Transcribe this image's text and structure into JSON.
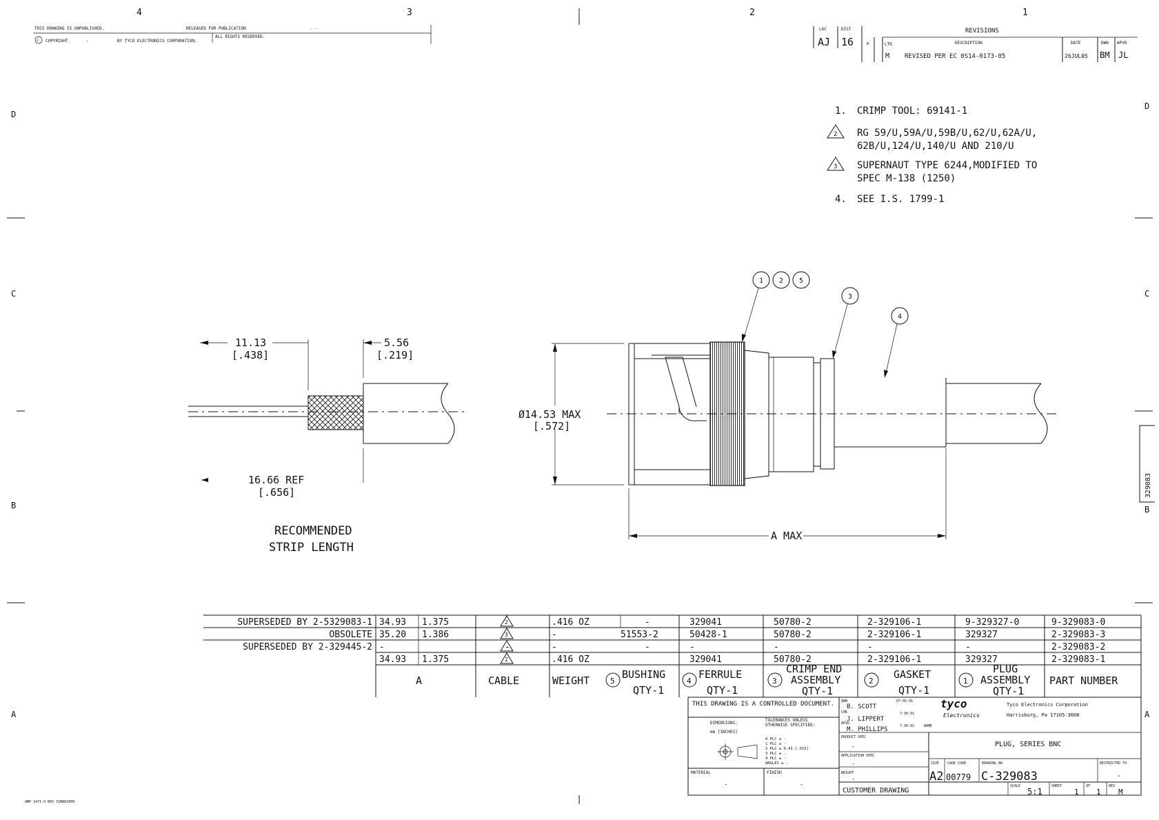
{
  "header": {
    "unpublished": "THIS DRAWING IS UNPUBLISHED.",
    "released": "RELEASED FOR PUBLICATION",
    "released_value": "- -",
    "copyright_label": "COPYRIGHT",
    "copyright_value": "-",
    "copyright_owner": "BY TYCO ELECTRONICS CORPORATION.",
    "rights": "ALL RIGHTS RESERVED."
  },
  "zones": {
    "columns": [
      "4",
      "3",
      "2",
      "1"
    ],
    "rows_left": [
      "D",
      "C",
      "B",
      "A"
    ],
    "rows_right": [
      "D",
      "C",
      "B",
      "A"
    ]
  },
  "revisions": {
    "title": "REVISIONS",
    "loc_label": "LOC",
    "loc_value": "AJ",
    "dist_label": "DIST",
    "dist_value": "16",
    "p_label": "P",
    "ltr_label": "LTR",
    "ltr_value": "M",
    "desc_label": "DESCRIPTION",
    "desc_value": "REVISED PER EC 0S14-0173-05",
    "date_label": "DATE",
    "date_value": "26JUL05",
    "dwn_label": "DWN",
    "dwn_value": "BM",
    "apvd_label": "APVD",
    "apvd_value": "JL"
  },
  "notes": [
    {
      "marker": "1.",
      "text": "CRIMP TOOL: 69141-1",
      "text2": ""
    },
    {
      "marker": "2",
      "text": "RG 59/U,59A/U,59B/U,62/U,62A/U,",
      "text2": "62B/U,124/U,140/U AND 210/U"
    },
    {
      "marker": "3",
      "text": "SUPERNAUT TYPE 6244,MODIFIED TO",
      "text2": "SPEC M-138 (1250)"
    },
    {
      "marker": "4.",
      "text": "SEE I.S. 1799-1",
      "text2": ""
    }
  ],
  "strip_view": {
    "dim_a": "11.13",
    "dim_a_in": "[.438]",
    "dim_b": "5.56",
    "dim_b_in": "[.219]",
    "dim_c": "16.66 REF",
    "dim_c_in": "[.656]",
    "caption_1": "RECOMMENDED",
    "caption_2": "STRIP LENGTH"
  },
  "plug_view": {
    "diameter": "Ø14.53 MAX",
    "diameter_in": "[.572]",
    "length": "A MAX",
    "balloons": [
      "1",
      "2",
      "5",
      "3",
      "4"
    ]
  },
  "parts_table": {
    "rows": [
      [
        "SUPERSEDED BY 2-5329083-1",
        "34.93",
        "1.375",
        "2",
        ".416 OZ",
        "-",
        "329041",
        "50780-2",
        "2-329106-1",
        "9-329327-0",
        "9-329083-0"
      ],
      [
        "OBSOLETE",
        "35.20",
        "1.386",
        "3",
        "-",
        "51553-2",
        "50428-1",
        "50780-2",
        "2-329106-1",
        "329327",
        "2-329083-3"
      ],
      [
        "SUPERSEDED BY 2-329445-2",
        "-",
        "",
        "-",
        "-",
        "-",
        "-",
        "-",
        "-",
        "-",
        "2-329083-2"
      ],
      [
        "",
        "34.93",
        "1.375",
        "2",
        ".416 OZ",
        "",
        "329041",
        "50780-2",
        "2-329106-1",
        "329327",
        "2-329083-1"
      ]
    ],
    "headers": {
      "a": "A",
      "cable": "CABLE",
      "weight": "WEIGHT",
      "bushing_num": "5",
      "bushing": "BUSHING",
      "bushing_qty": "QTY-1",
      "ferrule_num": "4",
      "ferrule": "FERRULE",
      "ferrule_qty": "QTY-1",
      "crimp_num": "3",
      "crimp_1": "CRIMP END",
      "crimp_2": "ASSEMBLY",
      "crimp_qty": "QTY-1",
      "gasket_num": "2",
      "gasket": "GASKET",
      "gasket_qty": "QTY-1",
      "plug_num": "1",
      "plug_1": "PLUG",
      "plug_2": "ASSEMBLY",
      "plug_qty": "QTY-1",
      "part": "PART NUMBER"
    }
  },
  "title_block": {
    "controlled": "THIS DRAWING IS A CONTROLLED DOCUMENT.",
    "dimensions": "DIMENSIONS:",
    "units": "mm [INCHES]",
    "tolerances_1": "TOLERANCES UNLESS",
    "tolerances_2": "OTHERWISE SPECIFIED:",
    "tol_lines": [
      "0 PLC   ± -",
      "1 PLC   ± -",
      "2 PLC   ± 0.41 [.015]",
      "3 PLC   ± -",
      "4 PLC   ± -",
      "ANGLES   ± -"
    ],
    "material_label": "MATERIAL",
    "material_value": "-",
    "finish_label": "FINISH",
    "finish_value": "-",
    "dwn_label": "DWN",
    "dwn_name": "B. SCOTT",
    "dwn_date": "07-05-91",
    "chk_label": "CHK",
    "chk_name": "J. LIPPERT",
    "chk_date": "7-30-91",
    "appvd_label": "APVD",
    "appvd_name": "M. PHILLIPS",
    "appvd_date": "7-30-91",
    "name_label": "NAME",
    "product_spec_label": "PRODUCT SPEC",
    "product_spec_value": "-",
    "application_spec_label": "APPLICATION SPEC",
    "application_spec_value": "-",
    "weight_label": "WEIGHT",
    "weight_value": "-",
    "customer_drawing": "CUSTOMER DRAWING",
    "logo_1": "tyco",
    "logo_2": "Electronics",
    "company": "Tyco Electronics Corporation",
    "address": "Harrisburg, Pa 17105-3608",
    "title": "PLUG, SERIES BNC",
    "size_label": "SIZE",
    "size_value": "A2",
    "cage_label": "CAGE CODE",
    "cage_value": "00779",
    "dwg_label": "DRAWING NO",
    "dwg_value": "C-329083",
    "restricted_label": "RESTRICTED TO",
    "restricted_value": "-",
    "scale_label": "SCALE",
    "scale_value": "5:1",
    "sheet_label": "SHEET",
    "sheet_value": "1",
    "of_label": "OF",
    "of_value": "1",
    "rev_label": "REV",
    "rev_value": "M"
  },
  "side_tab": "329083",
  "form_number": "AMP 1471-9 REV 31MAR2000"
}
